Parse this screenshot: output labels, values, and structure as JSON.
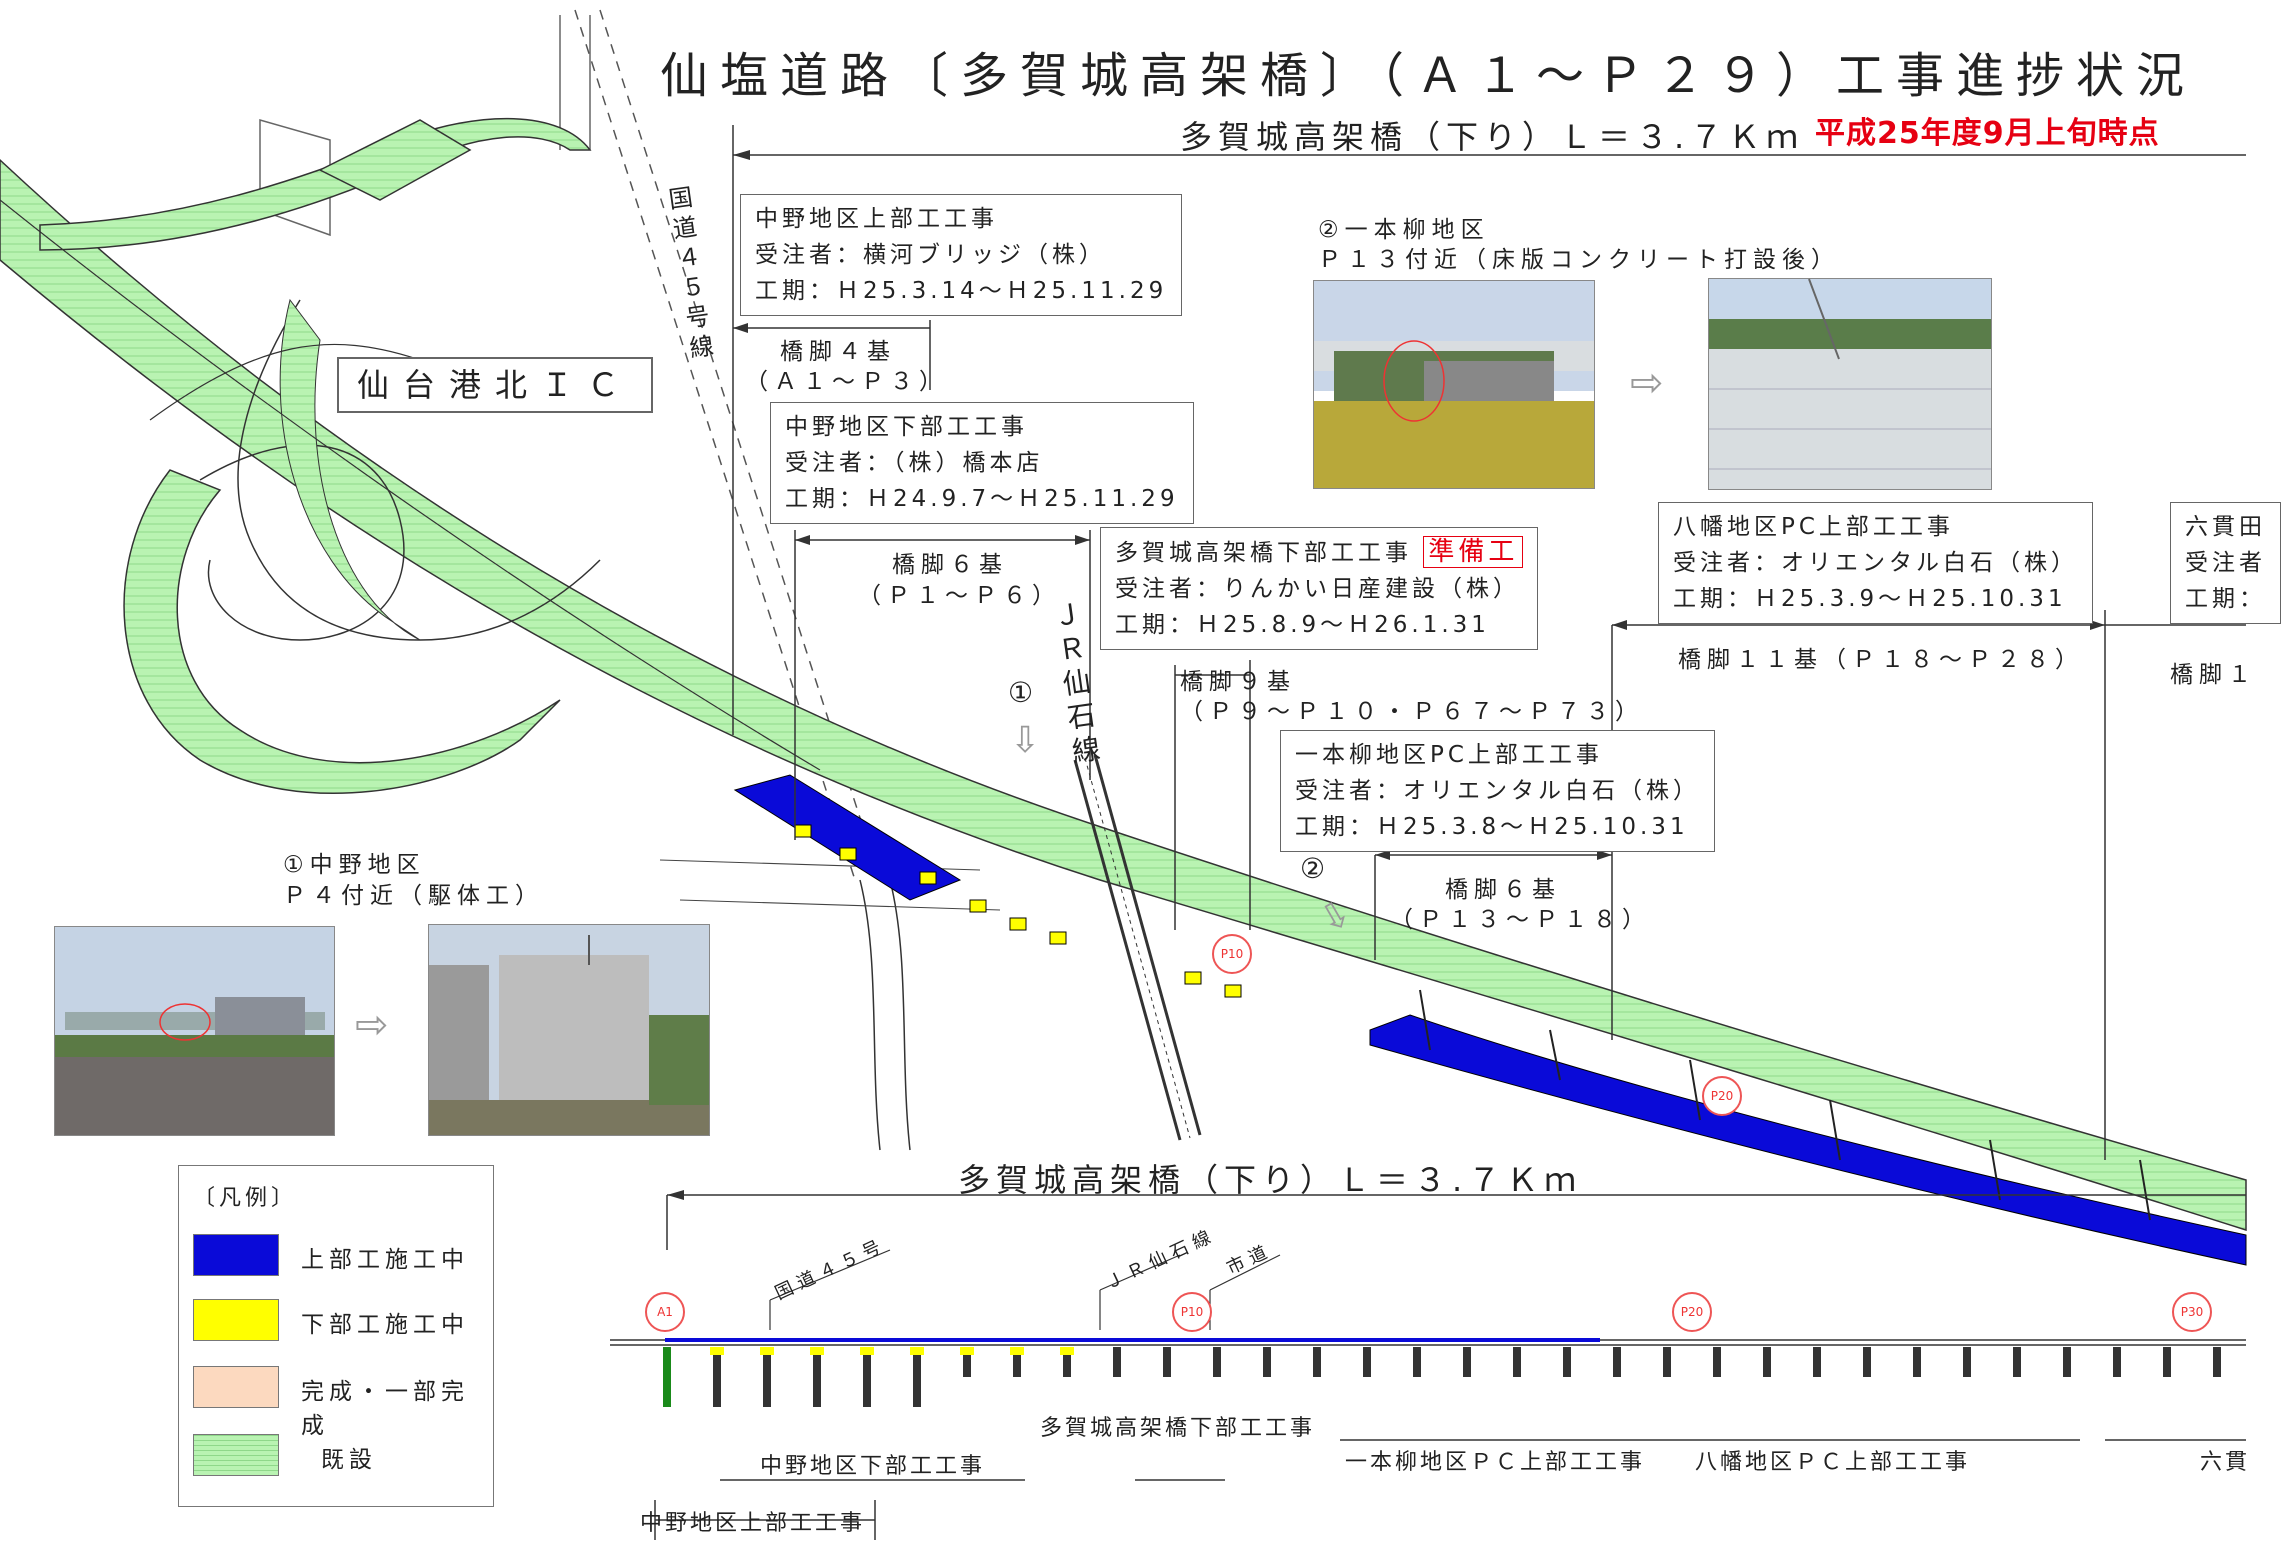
{
  "title": "仙塩道路〔多賀城高架橋〕（Ａ１～Ｐ２９）工事進捗状況",
  "status_date": "平成25年度9月上旬時点",
  "length_label_top": "多賀城高架橋（下り）Ｌ＝３.７Ｋｍ",
  "length_label_bottom": "多賀城高架橋（下り）Ｌ＝３.７Ｋｍ",
  "ic_label": "仙台港北ＩＣ",
  "route45_label": "国道４５号線",
  "jr_label": "ＪＲ仙石線",
  "direction_markers": {
    "m1": "①",
    "m2": "②"
  },
  "contracts": {
    "nakano_upper": {
      "name": "中野地区上部工工事",
      "contractor": "受注者：横河ブリッジ（株）",
      "period": "工期：Ｈ25.3.14～Ｈ25.11.29"
    },
    "nakano_lower": {
      "name": "中野地区下部工工事",
      "contractor": "受注者：（株）橋本店",
      "period": "工期：Ｈ24.9.7～Ｈ25.11.29"
    },
    "tagajo_lower": {
      "name": "多賀城高架橋下部工工事",
      "tag": "準備工",
      "contractor": "受注者：りんかい日産建設（株）",
      "period": "工期：Ｈ25.8.9～Ｈ26.1.31"
    },
    "ipponyanagi_pc": {
      "name": "一本柳地区PC上部工工事",
      "contractor": "受注者：オリエンタル白石（株）",
      "period": "工期：Ｈ25.3.8～Ｈ25.10.31"
    },
    "yawata_pc": {
      "name": "八幡地区PC上部工工事",
      "contractor": "受注者：オリエンタル白石（株）",
      "period": "工期：Ｈ25.3.9～Ｈ25.10.31"
    },
    "rokugo": {
      "name": "六貫田",
      "contractor": "受注者",
      "period": "工期："
    }
  },
  "piers": {
    "a1_p3": {
      "count": "橋脚４基",
      "range": "（Ａ１～Ｐ３）"
    },
    "p1_p6": {
      "count": "橋脚６基",
      "range": "（Ｐ１～Ｐ６）"
    },
    "p9": {
      "count": "橋脚９基",
      "range": "（Ｐ９～Ｐ１０・Ｐ６７～Ｐ７３）"
    },
    "p13_p18": {
      "count": "橋脚６基",
      "range": "（Ｐ１３～Ｐ１８）"
    },
    "p18_p28": "橋脚１１基（Ｐ１８～Ｐ２８）",
    "right": "橋脚１"
  },
  "photo_sites": {
    "site1_title": "①中野地区",
    "site1_caption": "Ｐ４付近（駆体工）",
    "site2_title": "②一本柳地区",
    "site2_caption": "Ｐ１３付近（床版コンクリート打設後）"
  },
  "legend": {
    "title": "〔凡例〕",
    "items": [
      {
        "label": "上部工施工中",
        "color": "#0a0ad8"
      },
      {
        "label": "下部工施工中",
        "color": "#ffff00"
      },
      {
        "label": "完成・一部完成",
        "color": "#fcd9bf"
      },
      {
        "label": "既設",
        "color": "#b9f3b2"
      }
    ]
  },
  "profile": {
    "route45": "国道４５号",
    "jr": "ＪＲ仙石線",
    "city_road": "市道",
    "markers": [
      "A1",
      "P10",
      "P20",
      "P30"
    ],
    "map_markers": [
      "P10",
      "P20"
    ],
    "sections": {
      "nakano_lower": "中野地区下部工工事",
      "tagajo_lower": "多賀城高架橋下部工工事",
      "ipponyanagi": "一本柳地区ＰＣ上部工工事",
      "yawata": "八幡地区ＰＣ上部工工事",
      "rokugo": "六貫",
      "nakano_upper": "中野地区上部工工事"
    }
  },
  "colors": {
    "existing": "#b9f3b2",
    "upper_work": "#0a0ad8",
    "lower_work": "#ffff00",
    "complete": "#fcd9bf",
    "accent_red": "#e60012"
  }
}
